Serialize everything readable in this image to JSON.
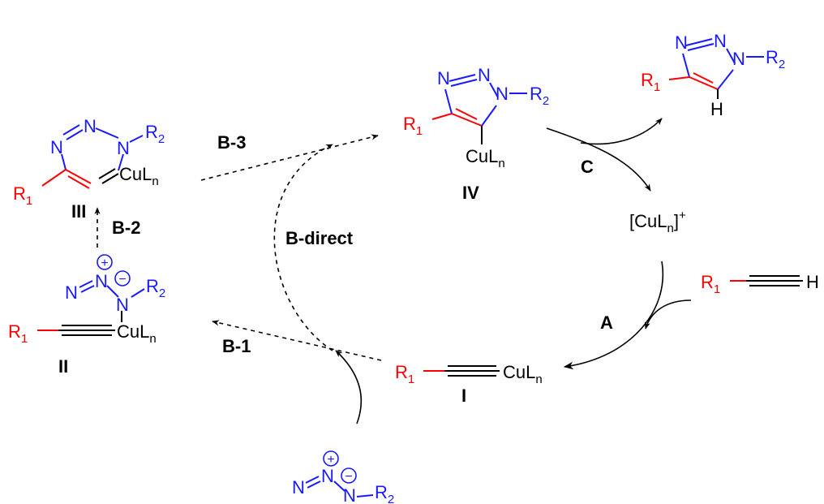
{
  "colors": {
    "heteroatom": "#1a1aff",
    "carbon_chain": "#ff0000",
    "ink": "#000000"
  },
  "atoms": {
    "r": "R",
    "n": "N",
    "h": "H",
    "cu_ln": "CuL",
    "sub_1": "1",
    "sub_2": "2",
    "sub_n": "n",
    "plus": "+",
    "minus": "−"
  },
  "catalyst": {
    "open": "[CuL",
    "close": "]",
    "sub": "n",
    "sup": "+"
  },
  "species": {
    "I": "I",
    "II": "II",
    "III": "III",
    "IV": "IV"
  },
  "steps": {
    "A": "A",
    "B1": "B-1",
    "B2": "B-2",
    "B3": "B-3",
    "Bdirect": "B-direct",
    "C": "C"
  }
}
